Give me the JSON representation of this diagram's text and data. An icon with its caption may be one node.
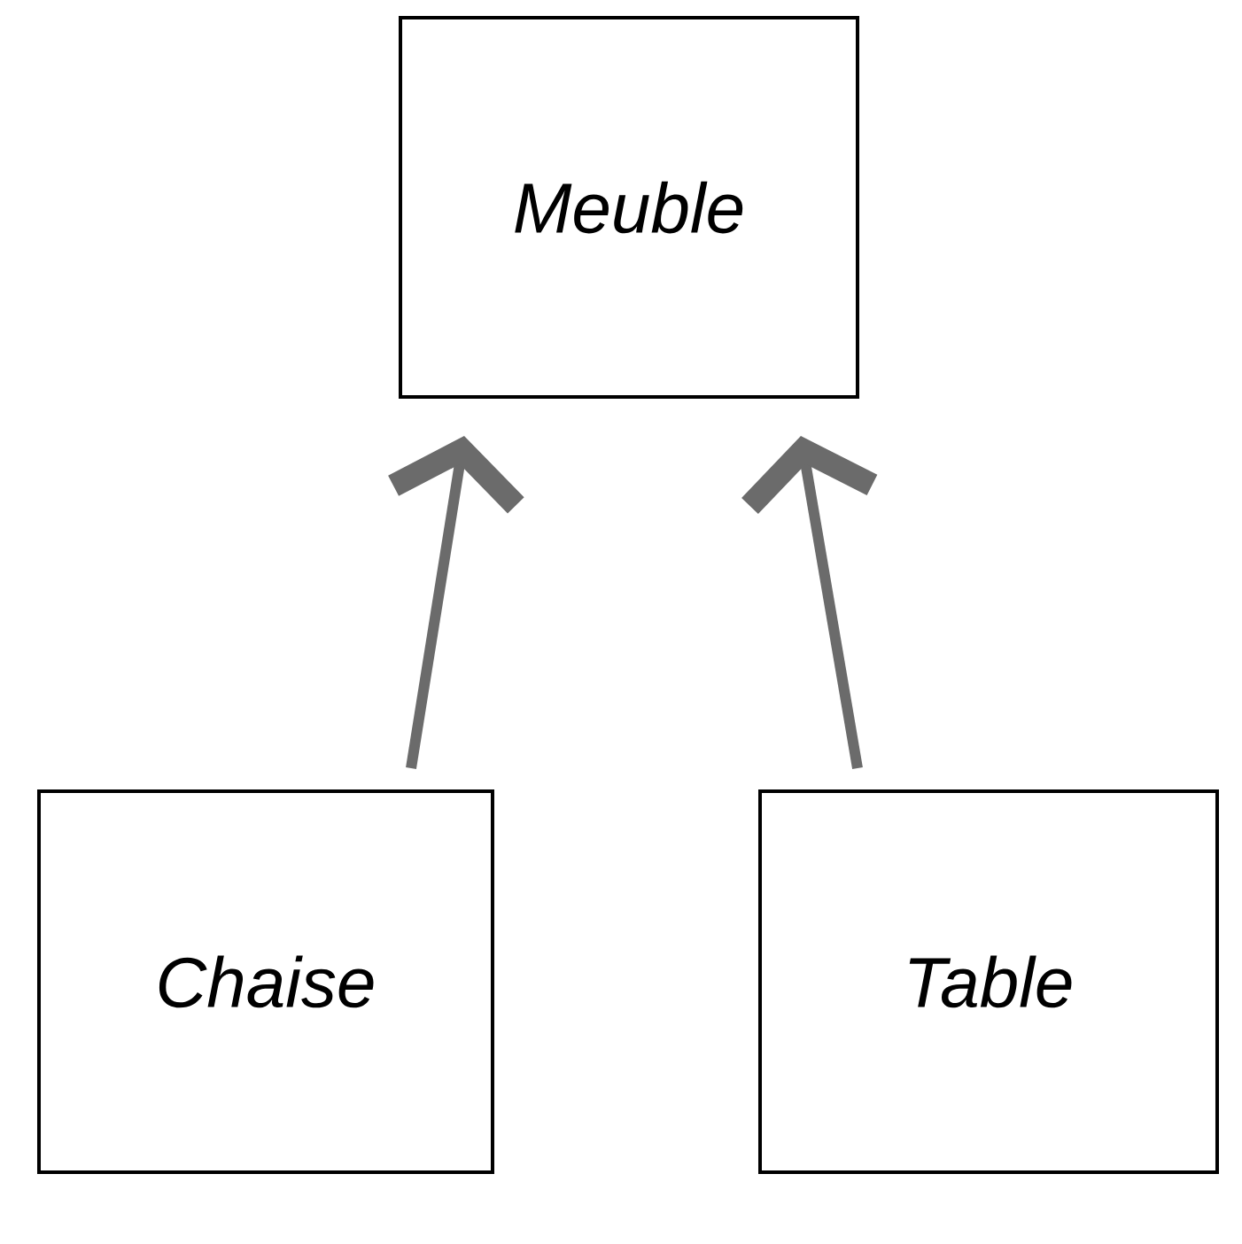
{
  "diagram": {
    "nodes": [
      {
        "text": [
          "Meuble"
        ]
      },
      {
        "text": [
          "Chaise"
        ]
      },
      {
        "text": [
          "Table"
        ]
      }
    ],
    "edges": [
      {
        "from": 1,
        "to": 0,
        "arrow": "to"
      },
      {
        "from": 2,
        "to": 0,
        "arrow": "to"
      }
    ]
  }
}
